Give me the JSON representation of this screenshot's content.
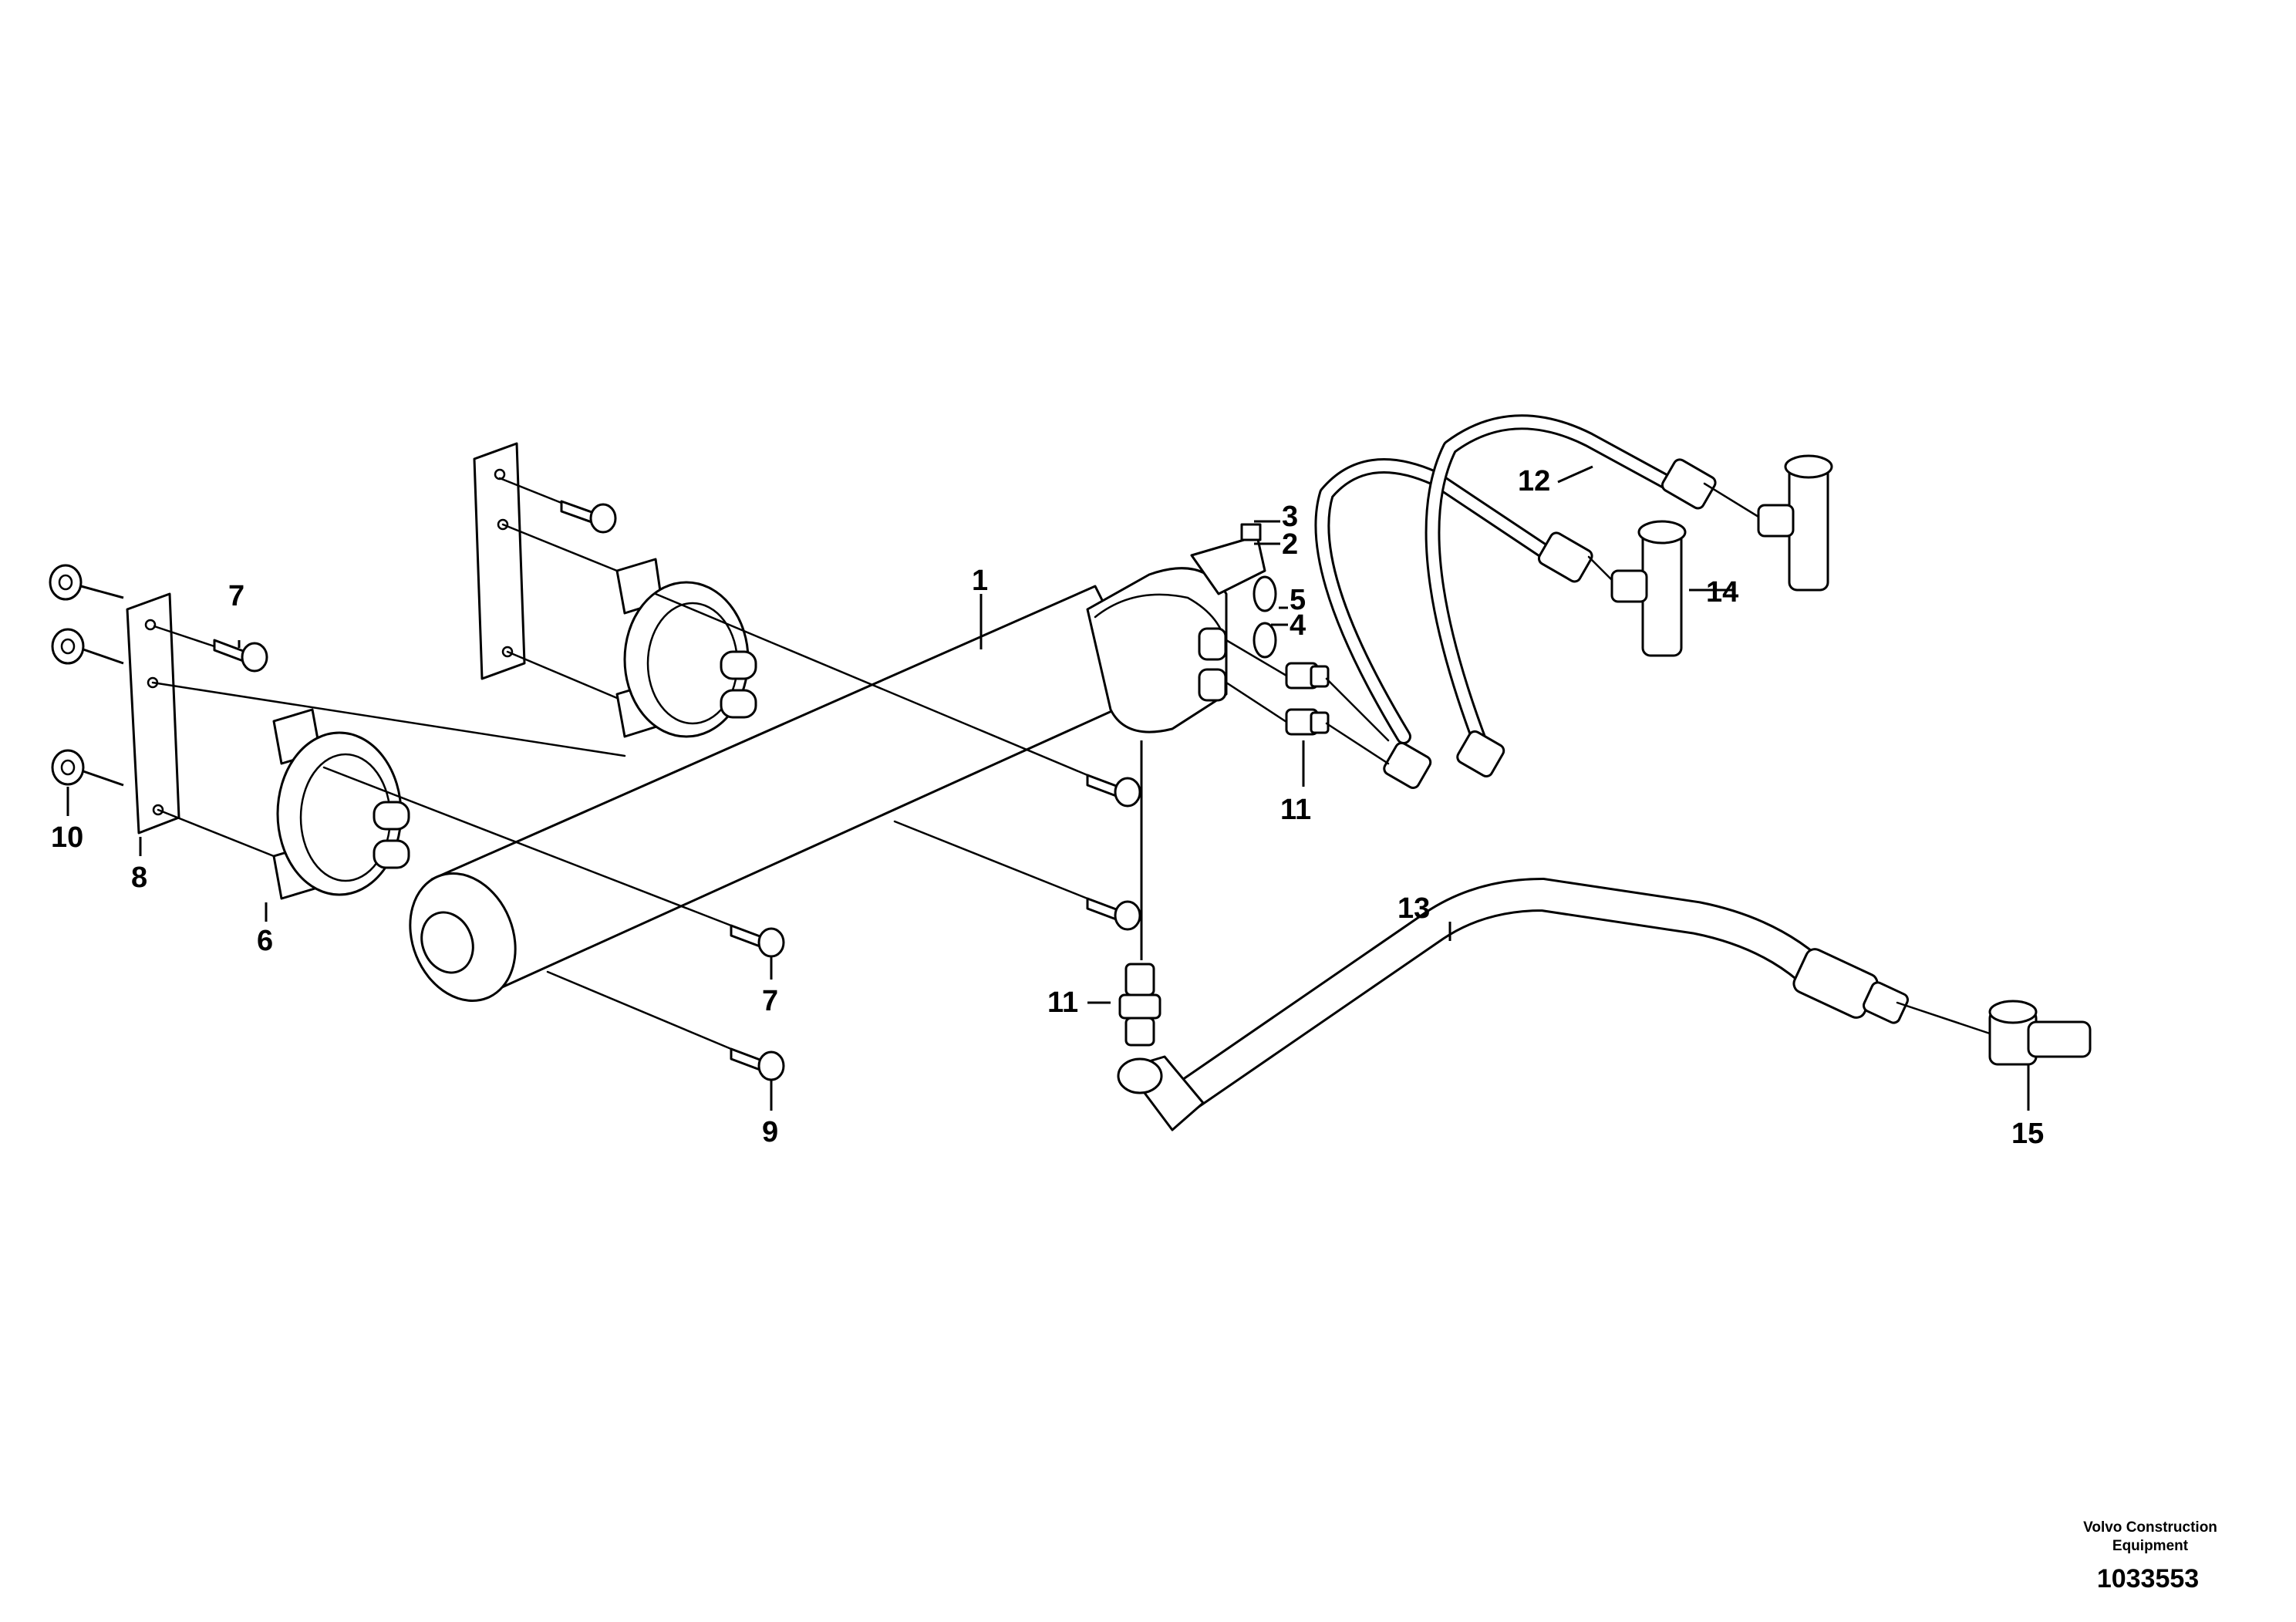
{
  "callouts": {
    "c1": "1",
    "c2": "2",
    "c3": "3",
    "c4": "4",
    "c5": "5",
    "c6": "6",
    "c7a": "7",
    "c7b": "7",
    "c8": "8",
    "c9": "9",
    "c10": "10",
    "c11a": "11",
    "c11b": "11",
    "c12": "12",
    "c13": "13",
    "c14": "14",
    "c15": "15"
  },
  "footer": {
    "brand_line1": "Volvo Construction",
    "brand_line2": "Equipment",
    "drawing_number": "1033553"
  }
}
